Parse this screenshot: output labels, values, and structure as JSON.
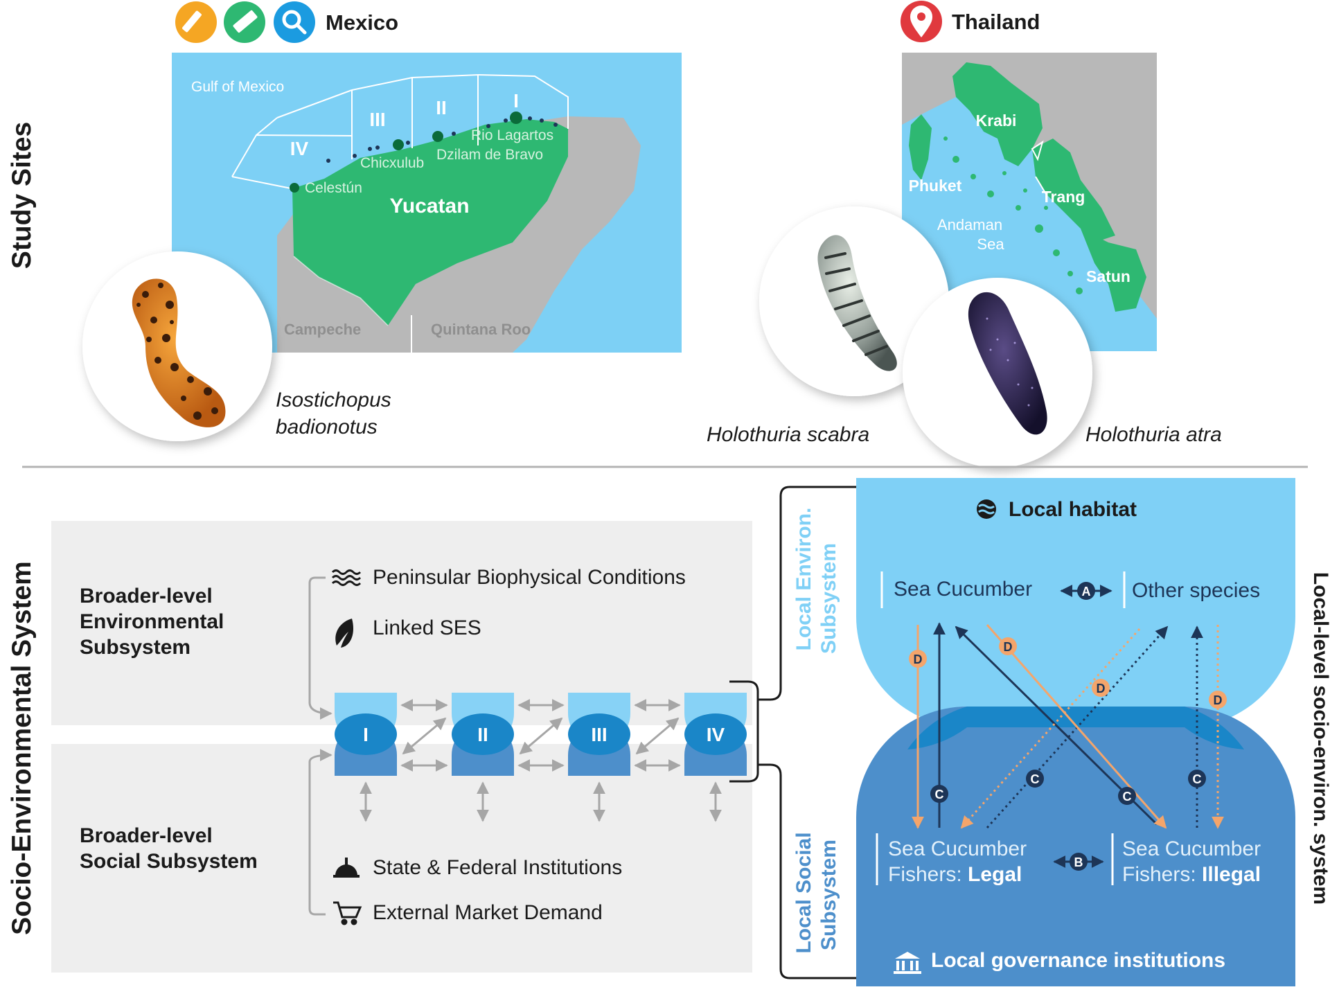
{
  "section_labels": {
    "study_sites": "Study Sites",
    "socio_env": "Socio-Environmental System",
    "local_level": "Local-level socio-environ. system"
  },
  "header_icons": [
    "pencil-icon",
    "ruler-icon",
    "search-icon",
    "map-pin-icon"
  ],
  "colors": {
    "sea": "#7dd0f5",
    "land_green": "#2eb872",
    "land_grey": "#b8b8b8",
    "orange": "#f4a56b",
    "navy": "#1d3557",
    "light_blue": "#7fd0f6",
    "mid_blue": "#4d8fcb",
    "dark_blue": "#1a86c8",
    "panel_grey": "#eeeeee"
  },
  "mexico": {
    "title": "Mexico",
    "gulf": "Gulf of Mexico",
    "zones": [
      "I",
      "II",
      "III",
      "IV"
    ],
    "places": [
      "Rio Lagartos",
      "Dzilam de Bravo",
      "Chicxulub",
      "Celestún"
    ],
    "state": "Yucatan",
    "neighbors": [
      "Campeche",
      "Quintana Roo"
    ],
    "species": [
      "Isostichopus",
      "badionotus"
    ]
  },
  "thailand": {
    "title": "Thailand",
    "provinces": [
      "Krabi",
      "Phuket",
      "Trang",
      "Satun"
    ],
    "sea": [
      "Andaman",
      "Sea"
    ],
    "species": [
      "Holothuria scabra",
      "Holothuria atra"
    ]
  },
  "broader": {
    "env": [
      "Broader-level",
      "Environmental",
      "Subsystem"
    ],
    "social": [
      "Broader-level",
      "Social Subsystem"
    ],
    "items_env": [
      "Peninsular Biophysical Conditions",
      "Linked SES"
    ],
    "items_social": [
      "State & Federal Institutions",
      "External Market Demand"
    ],
    "zones": [
      "I",
      "II",
      "III",
      "IV"
    ]
  },
  "local": {
    "habitat": "Local habitat",
    "env_subsystem": [
      "Local Environ.",
      "Subsystem"
    ],
    "social_subsystem": [
      "Local Social",
      "Subsystem"
    ],
    "sea_cucumber": "Sea Cucumber",
    "other_species": "Other species",
    "fishers_prefix": [
      "Sea Cucumber",
      "Fishers: "
    ],
    "legal": "Legal",
    "illegal": "Illegal",
    "governance": "Local governance institutions",
    "link_labels": [
      "A",
      "B",
      "C",
      "D"
    ]
  }
}
